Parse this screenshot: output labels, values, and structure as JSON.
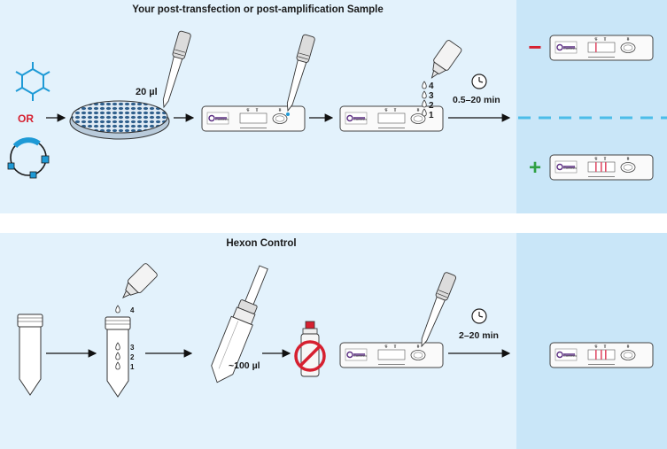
{
  "top_panel": {
    "title": "Your post-transfection or post-amplification Sample",
    "or_label": "OR",
    "volume_label": "20 µl",
    "drops": [
      "4",
      "3",
      "2",
      "1"
    ],
    "time_label": "0.5–20 min",
    "result_negative_sign": "−",
    "result_positive_sign": "+"
  },
  "bottom_panel": {
    "title": "Hexon Control",
    "drops": [
      "4",
      "3",
      "2",
      "1"
    ],
    "volume_label": "~100 µl",
    "time_label": "2–20 min"
  },
  "cassette": {
    "brand": "Contech",
    "marks": [
      "C",
      "T",
      "S"
    ]
  },
  "colors": {
    "panel_bg": "#e3f2fc",
    "result_bg": "#c9e6f8",
    "dashed_divider": "#4cbde9",
    "negative_sign": "#d62030",
    "positive_sign": "#2ea043",
    "or_color": "#d62030",
    "chemical_icon": "#1e9ad6",
    "test_line": "#e0506a",
    "prohibit": "#d62030"
  },
  "icons": [
    "benzene-ring-icon",
    "plasmid-icon",
    "petri-dish-icon",
    "pipette-icon",
    "dropper-bottle-icon",
    "clock-icon",
    "sample-tube-icon",
    "swab-tube-icon",
    "prohibited-icon",
    "test-cassette-icon"
  ]
}
